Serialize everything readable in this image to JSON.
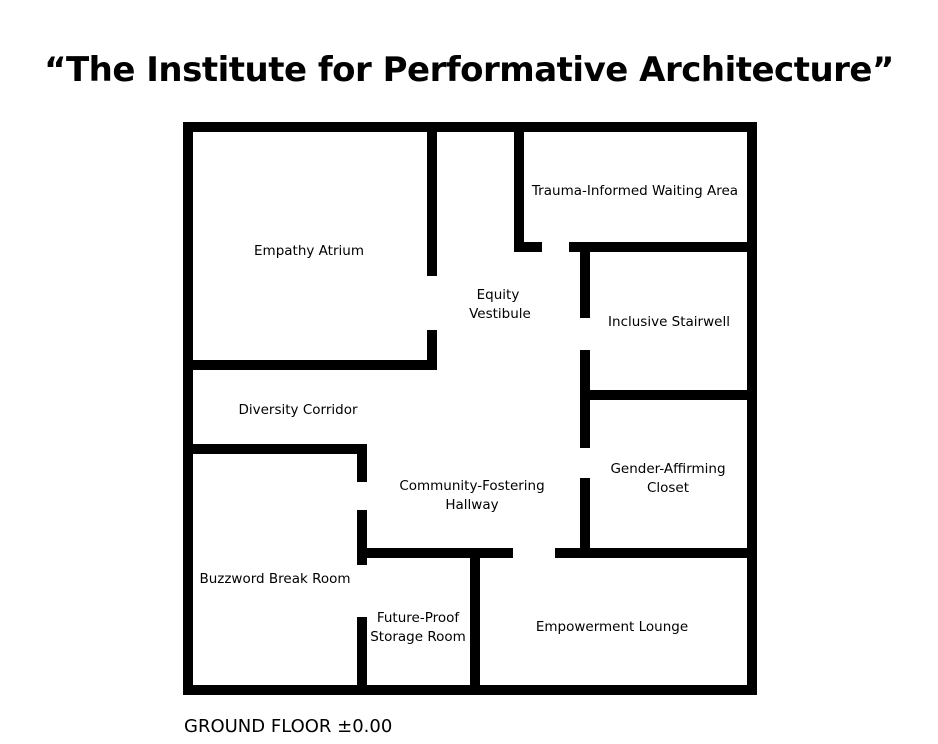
{
  "title": "“The Institute for Performative Architecture”",
  "floor_label": "GROUND FLOOR ±0.00",
  "rooms": {
    "empathy_atrium": [
      "Empathy Atrium"
    ],
    "trauma_waiting_area": [
      "Trauma-Informed Waiting Area"
    ],
    "equity_vestibule": [
      "Equity",
      "Vestibule"
    ],
    "inclusive_stairwell": [
      "Inclusive Stairwell"
    ],
    "diversity_corridor": [
      "Diversity Corridor"
    ],
    "community_hallway": [
      "Community-Fostering",
      "Hallway"
    ],
    "gender_closet": [
      "Gender-Affirming",
      "Closet"
    ],
    "buzzword_break_room": [
      "Buzzword Break Room"
    ],
    "future_proof_storage": [
      "Future-Proof",
      "Storage Room"
    ],
    "empowerment_lounge": [
      "Empowerment Lounge"
    ]
  },
  "colors": {
    "wall": "#000000",
    "background": "#ffffff",
    "text": "#000000"
  }
}
